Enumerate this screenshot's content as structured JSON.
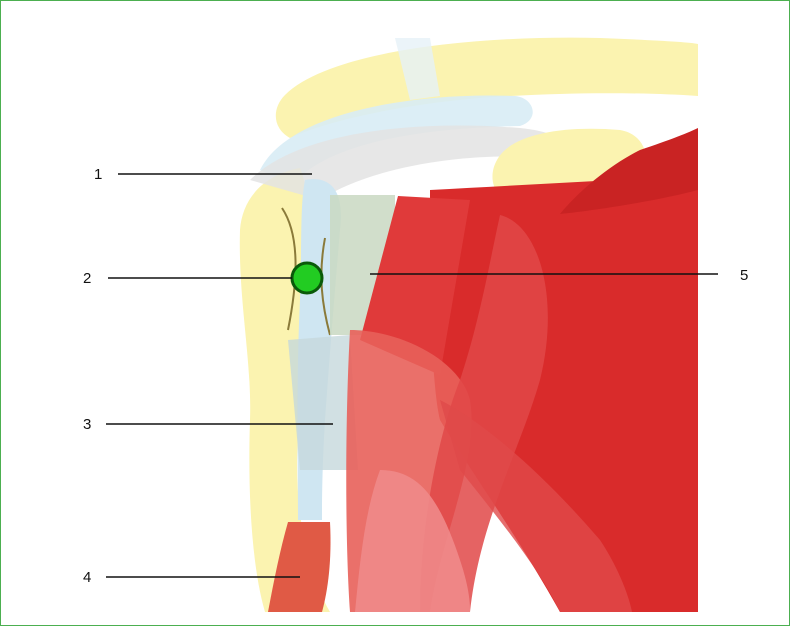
{
  "diagram": {
    "labels": {
      "l1": "1",
      "l2": "2",
      "l3": "3",
      "l4": "4",
      "l5": "5"
    },
    "colors": {
      "frame": "#4caf50",
      "bone": "#fbf3b0",
      "tendon": "#cfe6f2",
      "ligament": "#e0e0e0",
      "muscle_dark": "#d92b2b",
      "muscle_light": "#e8605a",
      "muscle_pink": "#ef8a8a",
      "sheath": "#c9d8c2",
      "marker": "#22cc22",
      "line": "#111111"
    }
  }
}
